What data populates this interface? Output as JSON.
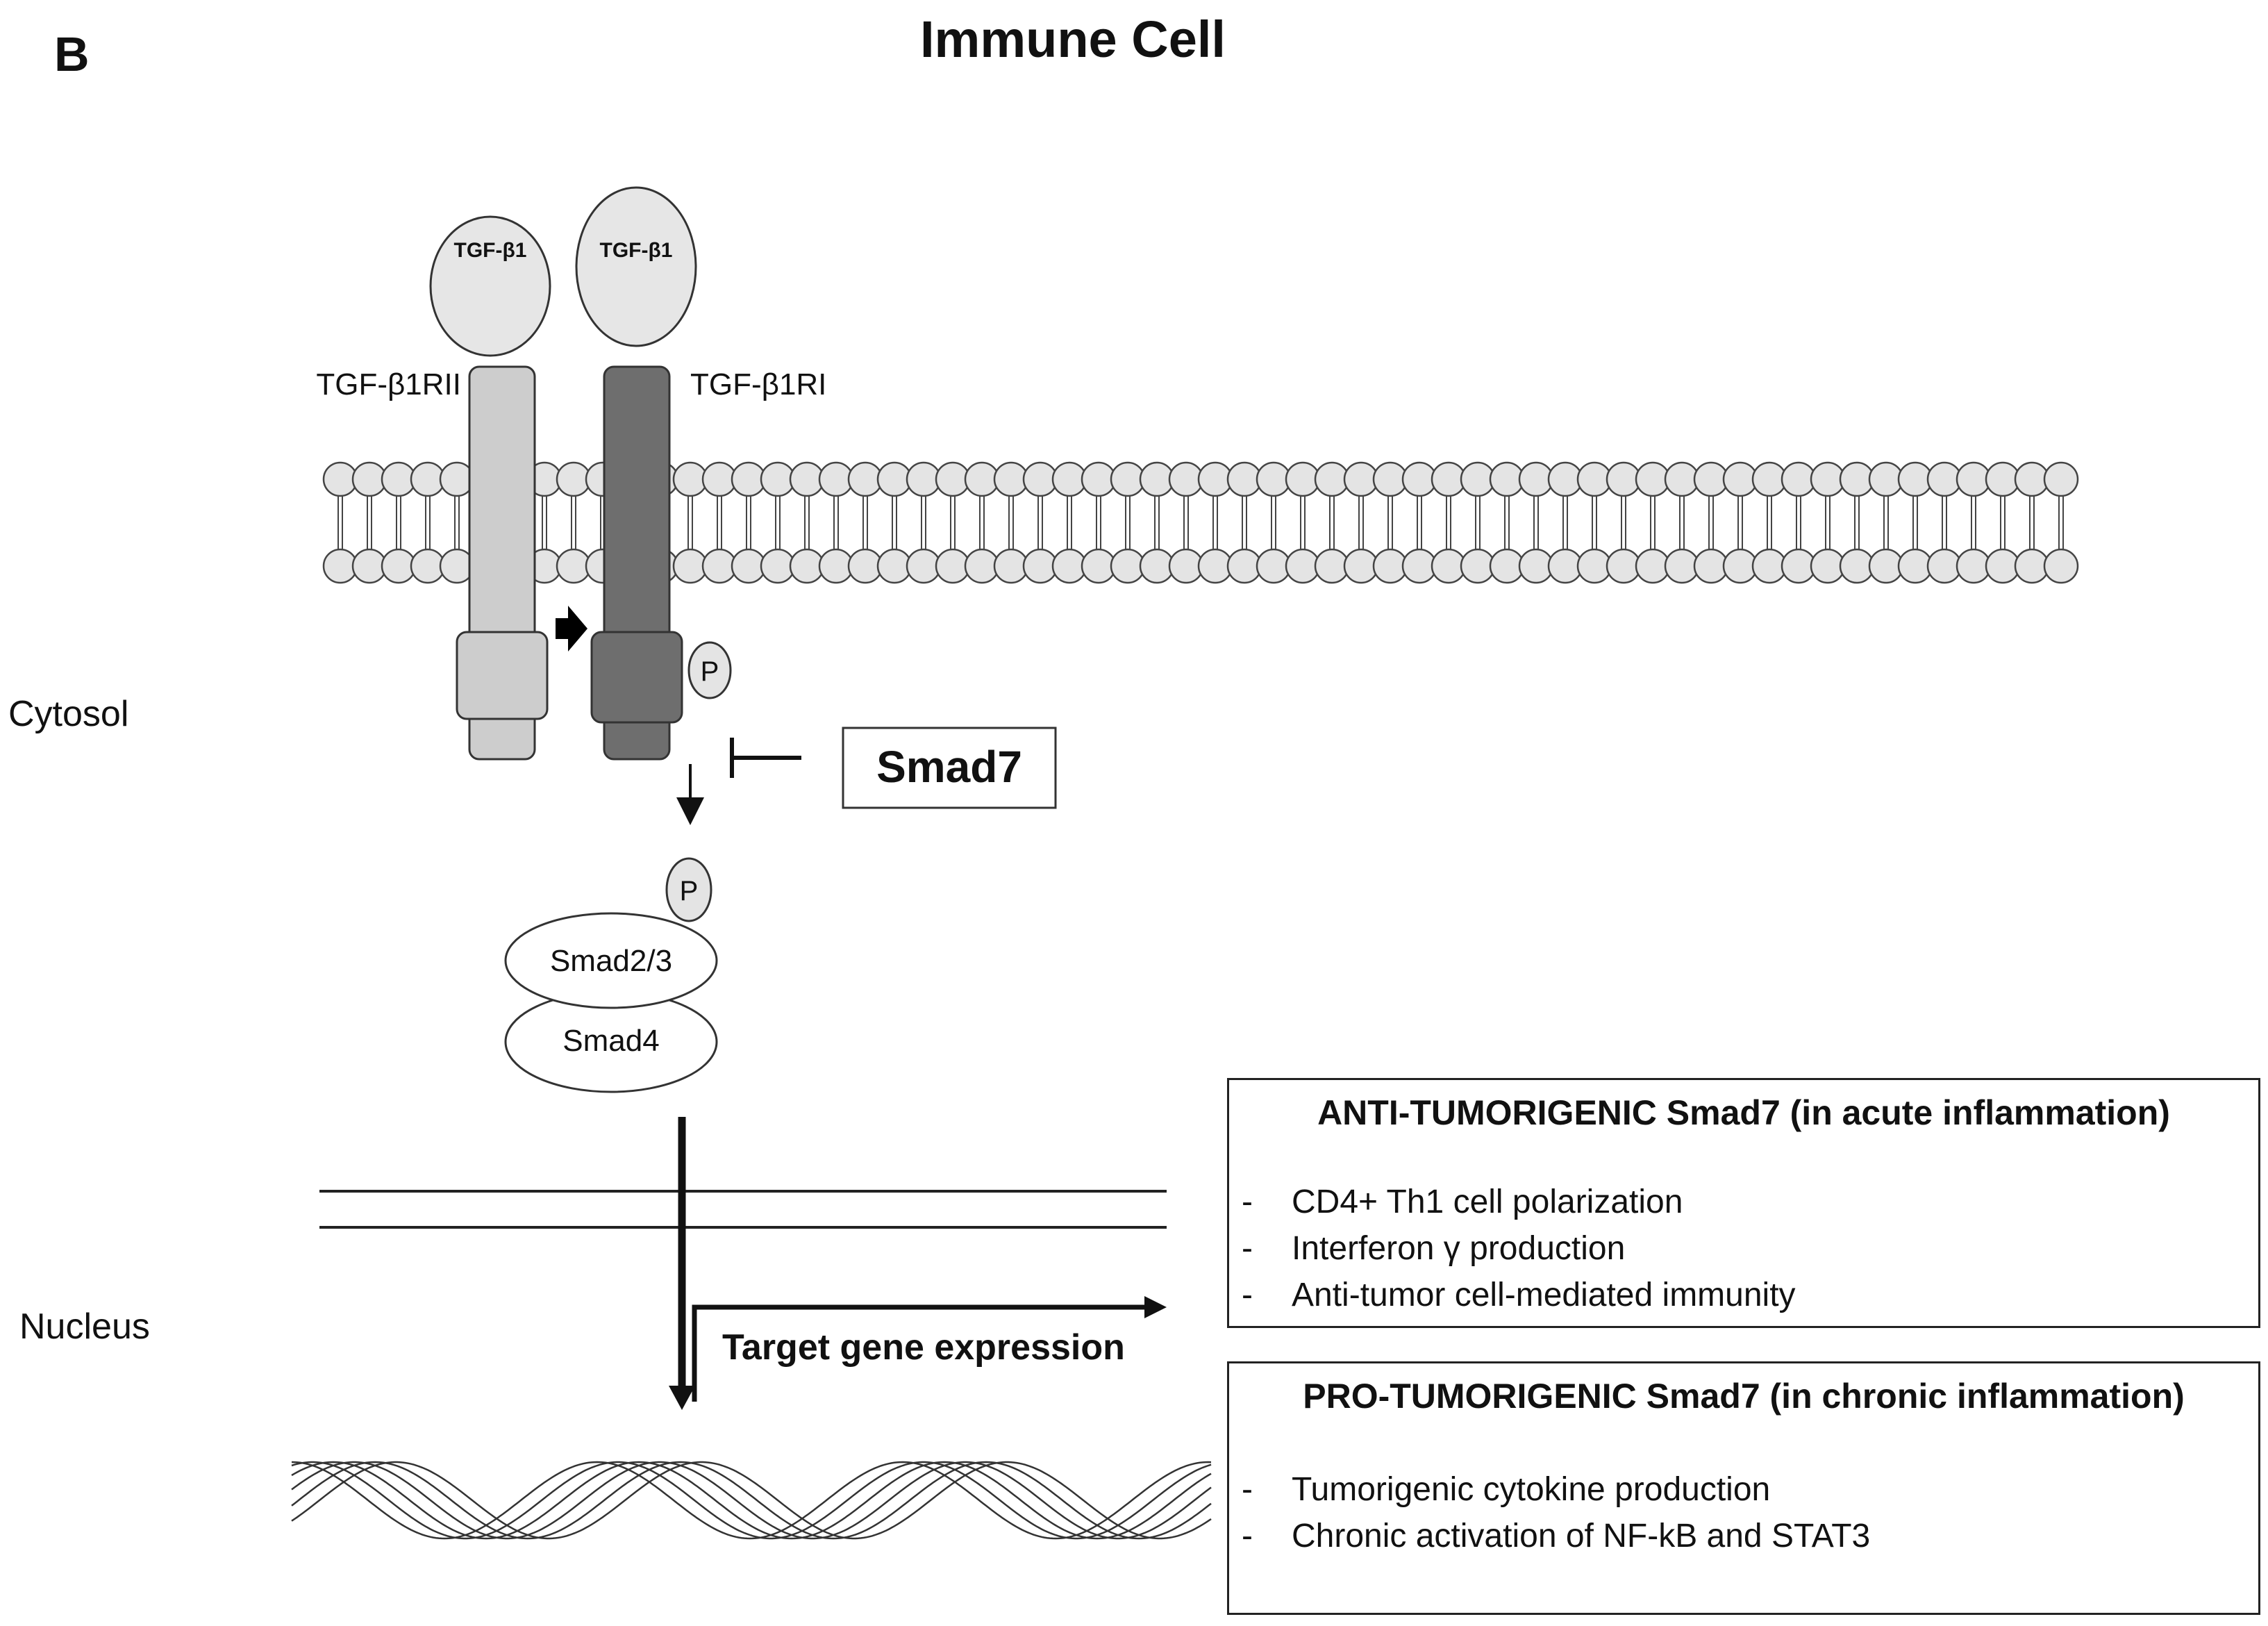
{
  "panel_letter": "B",
  "title": "Immune Cell",
  "ligands": [
    "TGF-β1",
    "TGF-β1"
  ],
  "receptors": {
    "type2": "TGF-β1RII",
    "type1": "TGF-β1RI"
  },
  "phospho_label": "P",
  "compartments": {
    "cytosol": "Cytosol",
    "nucleus": "Nucleus"
  },
  "inhibitor": "Smad7",
  "smads": {
    "top": "Smad2/3",
    "bottom": "Smad4"
  },
  "transcription": "Target gene expression",
  "anti_box": {
    "title": "ANTI-TUMORIGENIC  Smad7 (in acute inflammation)",
    "items": [
      "CD4+ Th1 cell polarization",
      "Interferon γ production",
      "Anti-tumor  cell-mediated  immunity"
    ]
  },
  "pro_box": {
    "title": "PRO-TUMORIGENIC  Smad7 (in chronic inflammation)",
    "items": [
      "Tumorigenic  cytokine  production",
      "Chronic  activation of NF-kB and STAT3"
    ]
  },
  "colors": {
    "lipid_head": "#e4e4e4",
    "receptor_light": "#cdcdcd",
    "receptor_dark": "#6e6e6e",
    "ligand": "#e6e6e6",
    "outline": "#222222"
  }
}
